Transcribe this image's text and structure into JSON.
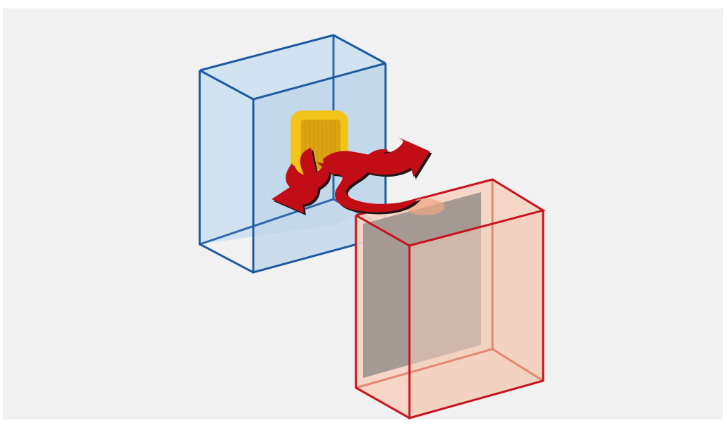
{
  "diagram": {
    "colors": {
      "background": "#f1f1f1",
      "blue_box_fill": "#cfe1ef",
      "blue_box_stroke": "#1f5aa0",
      "red_box_fill": "#f6d8c8",
      "red_box_stroke": "#c9121e",
      "red_panel": "#a69a92",
      "yellow_chip": "#f1c21b",
      "yellow_chip_inner": "#d8a10d",
      "arrow_fill": "#c20f14",
      "arrow_shadow": "#2a1a17"
    },
    "icons": [
      "blue-container-box",
      "red-container-box",
      "yellow-chip",
      "curved-arrow-cluster"
    ]
  }
}
